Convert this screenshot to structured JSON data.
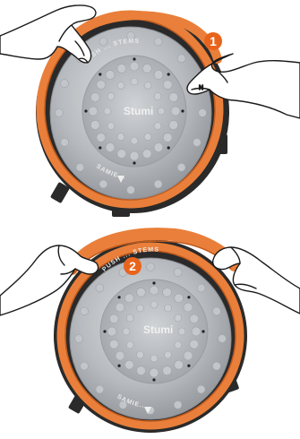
{
  "colors": {
    "gasket": "#e97f3a",
    "gasket_dark": "#c05a1c",
    "lid_rim": "#2a2a2a",
    "lid_surface": "#b9bcc0",
    "lid_light": "#d6d8db",
    "badge": "#e8641c",
    "hand_outline": "#1a1a1a"
  },
  "steps": [
    {
      "number": "1",
      "lid_text_top": "PUSH ... STEMS",
      "lid_text_bottom": "SAMIE...",
      "brand": "Stumi",
      "finger_letter": "N"
    },
    {
      "number": "2",
      "lid_text_top": "PUSH ... STEMS",
      "lid_text_bottom": "SAMIE...",
      "brand": "Stumi"
    }
  ],
  "icons": {
    "step1_badge": "number-circle-icon",
    "step2_badge": "number-circle-icon",
    "arrow_mark": "triangle-down-icon"
  }
}
